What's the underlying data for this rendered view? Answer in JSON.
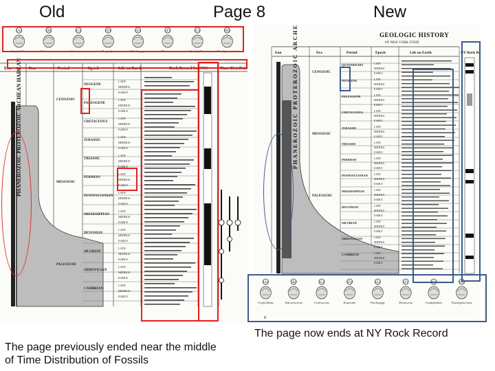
{
  "labels": {
    "old": "Old",
    "page": "Page 8",
    "new": "New"
  },
  "captions": {
    "old_line1": "The page previously ended near the middle",
    "old_line2": "of Time Distribution of Fossils",
    "new": "The page now ends at NY Rock Record"
  },
  "old_page": {
    "fossil_names": [
      "Cryptolithus",
      "Valcouroceras",
      "Centroceras",
      "Eospirifer",
      "Ptychopyge",
      "Elotoceras",
      "Cystiphyllum",
      "Eucalyptocrinus"
    ],
    "headers": [
      "Eon",
      "Era",
      "Period",
      "Epoch",
      "Life on Earth",
      "Rock Record for NYS",
      "Time Distribution of Fossils"
    ],
    "eras": [
      "CENOZOIC",
      "MESOZOIC",
      "PALEOZOIC"
    ],
    "periods": [
      "NEOGENE",
      "PALEOGENE",
      "CRETACEOUS",
      "JURASSIC",
      "TRIASSIC",
      "PERMIAN",
      "PENNSYLVANIAN",
      "MISSISSIPPIAN",
      "DEVONIAN",
      "SILURIAN",
      "ORDOVICIAN",
      "CAMBRIAN"
    ],
    "epochs": [
      "LATE",
      "MIDDLE",
      "EARLY"
    ],
    "eons": [
      "PHANEROZOIC",
      "PROTEROZOIC",
      "ARCHEAN",
      "HADEAN"
    ]
  },
  "new_page": {
    "title": "GEOLOGIC HISTORY",
    "subtitle": "OF NEW YORK STATE",
    "headers": [
      "Eon",
      "Era",
      "Period",
      "Epoch",
      "Life on Earth",
      "NY Rock Record"
    ],
    "eras": [
      "CENOZOIC",
      "MESOZOIC",
      "PALEOZOIC"
    ],
    "periods": [
      "QUATERNARY",
      "NEOGENE",
      "PALEOGENE",
      "CRETACEOUS",
      "JURASSIC",
      "TRIASSIC",
      "PERMIAN",
      "PENNSYLVANIAN",
      "MISSISSIPPIAN",
      "DEVONIAN",
      "SILURIAN",
      "ORDOVICIAN",
      "CAMBRIAN"
    ],
    "epochs": [
      "LATE",
      "MIDDLE",
      "EARLY"
    ],
    "eons": [
      "PHANEROZOIC",
      "PROTEROZOIC",
      "ARCHEAN"
    ],
    "fossil_names": [
      "Cryptolithus",
      "Valcouroceras",
      "Centroceras",
      "Eospirifer",
      "Ptychopyge",
      "Elotoceras",
      "Cystiphyllum",
      "Eucalyptocrinus"
    ],
    "page_number": "8"
  },
  "colors": {
    "red_box": "#e02020",
    "blue_box": "#3a5a8a",
    "gray_fill": "#b8b8b8"
  }
}
